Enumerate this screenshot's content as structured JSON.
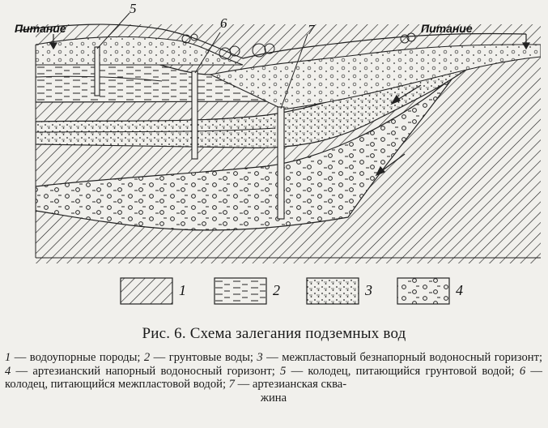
{
  "labels": {
    "feed_left": "Питание",
    "feed_right": "Питание",
    "n5": "5",
    "n6": "6",
    "n7": "7"
  },
  "legend": [
    {
      "num": "1",
      "pattern": "hatch"
    },
    {
      "num": "2",
      "pattern": "dashes"
    },
    {
      "num": "3",
      "pattern": "dots"
    },
    {
      "num": "4",
      "pattern": "circles"
    }
  ],
  "caption": {
    "title": "Рис. 6. Схема залегания подземных вод",
    "items": [
      {
        "num": "1",
        "text": " — водоупорные породы; "
      },
      {
        "num": "2",
        "text": " — грунтовые воды; "
      },
      {
        "num": "3",
        "text": " — межпластовый безнапорный водоносный горизонт; "
      },
      {
        "num": "4",
        "text": " — артезианский напорный водоносный горизонт; "
      },
      {
        "num": "5",
        "text": " — колодец, питающийся грунтовой водой; "
      },
      {
        "num": "6",
        "text": " — колодец, питающийся межпластовой водой; "
      },
      {
        "num": "7",
        "text": " — артезианская сква-"
      }
    ],
    "last_line": "жина"
  }
}
